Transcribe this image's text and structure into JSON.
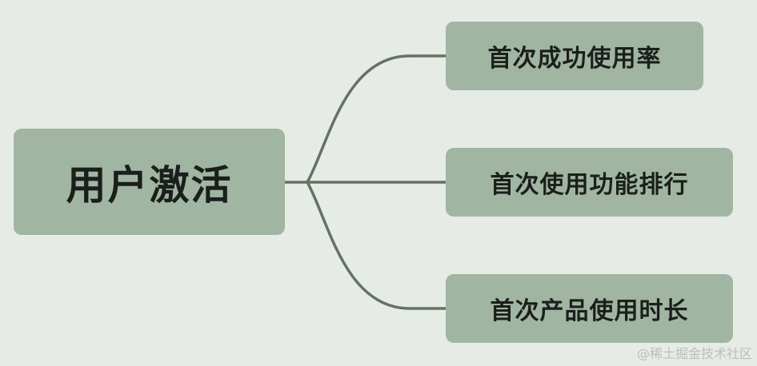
{
  "mindmap": {
    "root": {
      "label": "用户激活"
    },
    "children": [
      {
        "label": "首次成功使用率"
      },
      {
        "label": "首次使用功能排行"
      },
      {
        "label": "首次产品使用时长"
      }
    ]
  },
  "watermark": "@稀土掘金技术社区",
  "colors": {
    "background": "#e6ebe6",
    "node_fill": "#a1b5a3",
    "connector": "#637363",
    "text": "#1b1f1b"
  }
}
